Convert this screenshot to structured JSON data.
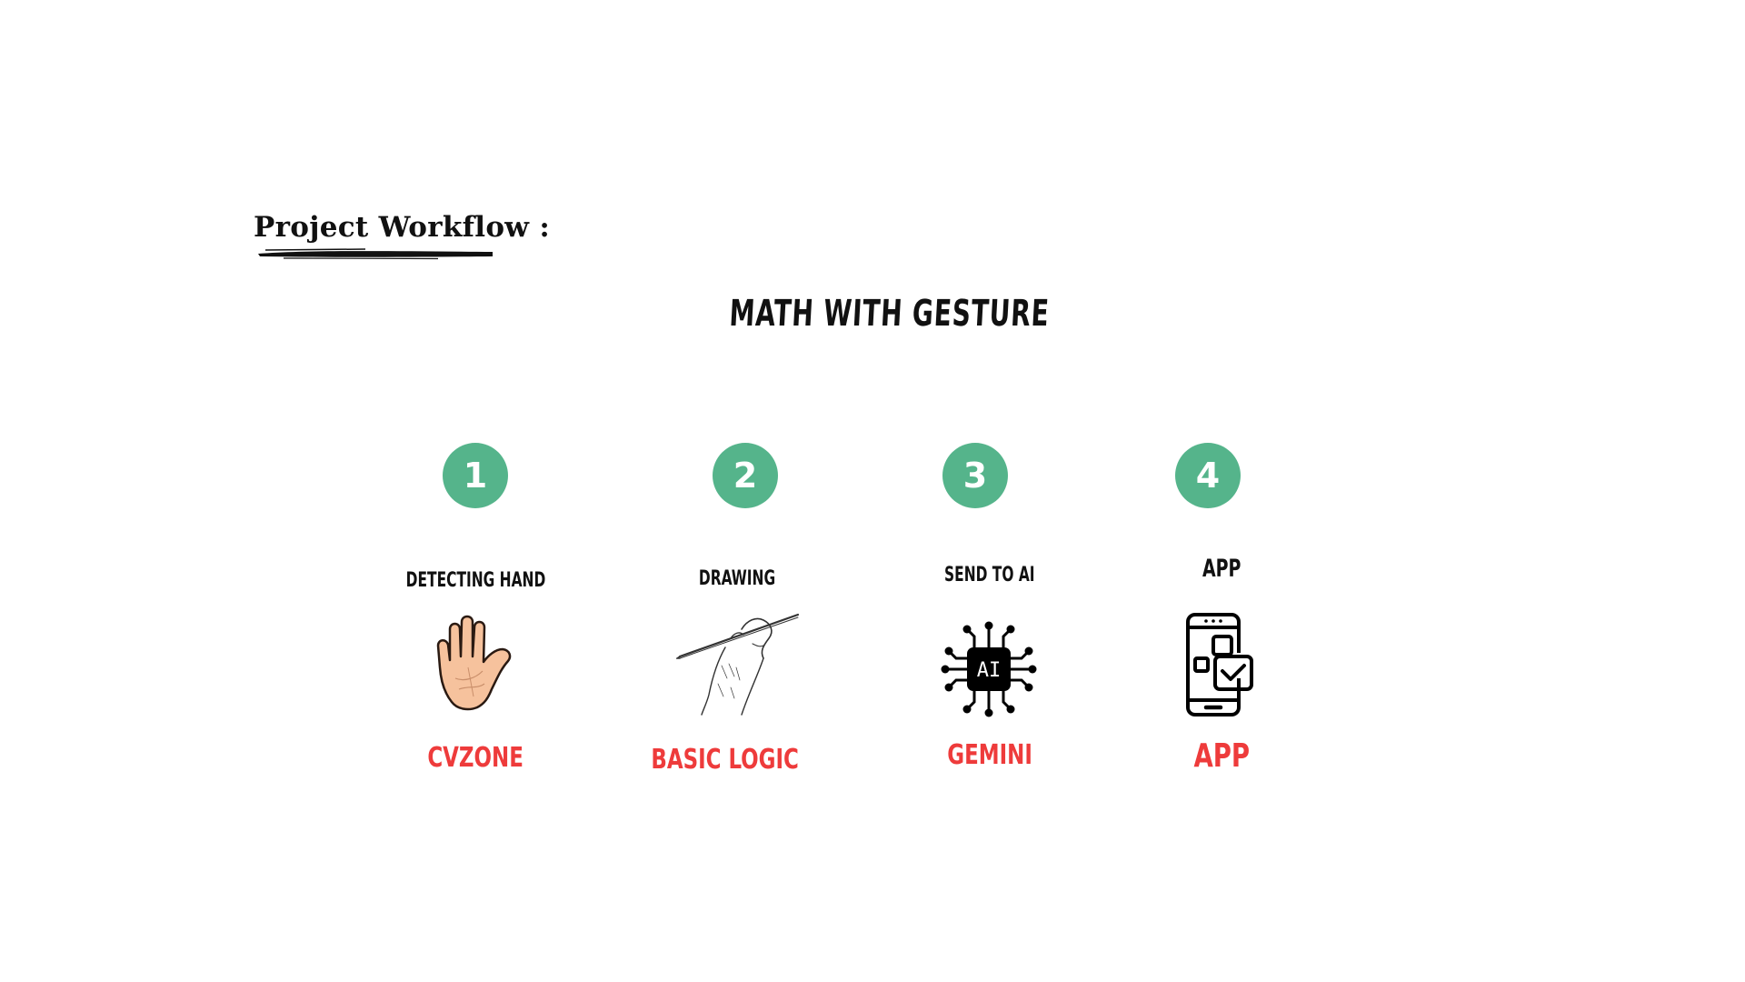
{
  "header": {
    "heading": "Project Workflow :",
    "title": "MATH WITH GESTURE"
  },
  "steps": [
    {
      "number": "1",
      "label": "DETECTING HAND",
      "icon": "hand-icon",
      "tech": "CVZONE"
    },
    {
      "number": "2",
      "label": "DRAWING",
      "icon": "pen-drawing-icon",
      "tech": "BASIC LOGIC"
    },
    {
      "number": "3",
      "label": "SEND TO AI",
      "icon": "ai-chip-icon",
      "tech": "GEMINI"
    },
    {
      "number": "4",
      "label": "APP",
      "icon": "mobile-app-icon",
      "tech": "APP"
    }
  ],
  "colors": {
    "badge": "#55b48b",
    "tech_text": "#ee3b3b",
    "hand_fill": "#f6c29d"
  }
}
